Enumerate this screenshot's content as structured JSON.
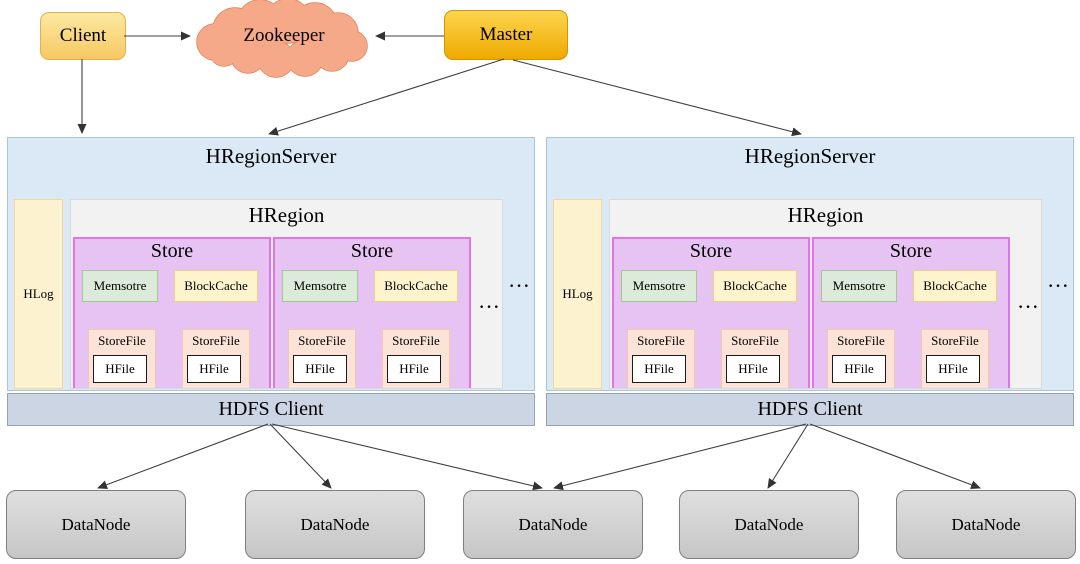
{
  "nodes": {
    "client": "Client",
    "zookeeper": "Zookeeper",
    "master": "Master"
  },
  "servers": [
    {
      "title": "HRegionServer",
      "hlog_label": "HLog",
      "region_title": "HRegion",
      "more_regions": "···",
      "more_stores": "···",
      "hdfs_label": "HDFS Client",
      "stores": [
        {
          "title": "Store",
          "memstore_label": "Memsotre",
          "blockcache_label": "BlockCache",
          "storefiles": [
            {
              "label": "StoreFile",
              "hfile_label": "HFile"
            },
            {
              "label": "StoreFile",
              "hfile_label": "HFile"
            }
          ]
        },
        {
          "title": "Store",
          "memstore_label": "Memsotre",
          "blockcache_label": "BlockCache",
          "storefiles": [
            {
              "label": "StoreFile",
              "hfile_label": "HFile"
            },
            {
              "label": "StoreFile",
              "hfile_label": "HFile"
            }
          ]
        }
      ]
    },
    {
      "title": "HRegionServer",
      "hlog_label": "HLog",
      "region_title": "HRegion",
      "more_regions": "···",
      "more_stores": "···",
      "hdfs_label": "HDFS Client",
      "stores": [
        {
          "title": "Store",
          "memstore_label": "Memsotre",
          "blockcache_label": "BlockCache",
          "storefiles": [
            {
              "label": "StoreFile",
              "hfile_label": "HFile"
            },
            {
              "label": "StoreFile",
              "hfile_label": "HFile"
            }
          ]
        },
        {
          "title": "Store",
          "memstore_label": "Memsotre",
          "blockcache_label": "BlockCache",
          "storefiles": [
            {
              "label": "StoreFile",
              "hfile_label": "HFile"
            },
            {
              "label": "StoreFile",
              "hfile_label": "HFile"
            }
          ]
        }
      ]
    }
  ],
  "datanodes": [
    "DataNode",
    "DataNode",
    "DataNode",
    "DataNode",
    "DataNode"
  ],
  "palette": {
    "server_fill": "#dbe8f5",
    "server_border": "#aac4dd",
    "hlog_fill": "#fdf2cf",
    "hlog_border": "#f0d998",
    "region_fill": "#f2f2f2",
    "region_border": "#d9d9d9",
    "store_fill": "#e6c3f2",
    "store_border": "#e473ea",
    "memstore_fill": "#dcead9",
    "memstore_border": "#a2c694",
    "blockcache_fill": "#fdf3cd",
    "blockcache_border": "#e8d385",
    "storefile_fill": "#fbe4d7",
    "storefile_border": "#f2c7ab",
    "hfile_fill": "#ffffff",
    "hfile_border": "#1a1a1a",
    "hdfs_fill": "#ccd5e3",
    "hdfs_border": "#94a3b8",
    "datanode_fill": "#d2d2d2",
    "datanode_border": "#7f7f7f",
    "client_fill": "#f9d87e",
    "client_border": "#eaae49",
    "master_fill": "#f6bf27",
    "master_border": "#cf9505",
    "cloud_fill": "#f5a988",
    "cloud_border": "#e0825b",
    "arrow": "#404040"
  }
}
